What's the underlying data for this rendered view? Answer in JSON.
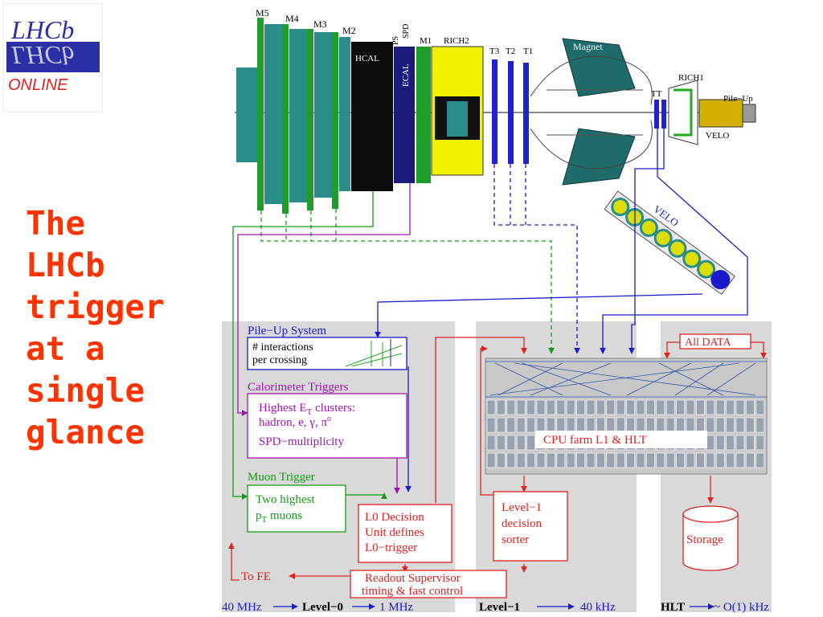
{
  "logo": {
    "top_text": "LHCb",
    "mirror_text": "LHCb",
    "subtitle": "ONLINE"
  },
  "side_title": {
    "lines": [
      "The",
      "LHCb",
      "trigger",
      "at a",
      "single",
      "glance"
    ]
  },
  "detector": {
    "muon_labels": [
      "M5",
      "M4",
      "M3",
      "M2",
      "M1"
    ],
    "hcal": "HCAL",
    "ecal": "ECAL",
    "ps": "PS",
    "spd": "SPD",
    "rich2": "RICH2",
    "rich1": "RICH1",
    "trackers": [
      "T3",
      "T2",
      "T1"
    ],
    "tt": "TT",
    "magnet": "Magnet",
    "pileup": "Pile−Up",
    "velo": "VELO",
    "velo_zoom": "VELO"
  },
  "l0": {
    "pileup_title": "Pile−Up System",
    "pileup_text": [
      "# interactions",
      "per crossing"
    ],
    "calo_title": "Calorimeter Triggers",
    "calo_line1_pre": "Highest E",
    "calo_line1_sub": "T",
    "calo_line1_post": " clusters:",
    "calo_line2": "hadron, e, γ,  π",
    "calo_line2_sup": "o",
    "calo_line3": "SPD−multiplicity",
    "muon_title": "Muon Trigger",
    "muon_line1": "Two highest",
    "muon_line2_pre": "p",
    "muon_line2_sub": "T",
    "muon_line2_post": "  muons",
    "decision": [
      "L0 Decision",
      "Unit defines",
      "L0−trigger"
    ],
    "readout": [
      "Readout Supervisor",
      "timing & fast control"
    ],
    "to_fe": "To FE"
  },
  "l1": {
    "sorter": [
      "Level−1",
      "decision",
      "sorter"
    ]
  },
  "farm": {
    "all_data": "All DATA",
    "cpu_label": "CPU farm L1  &  HLT",
    "storage": "Storage"
  },
  "bottom": {
    "rate_40mhz": "40 MHz",
    "level0": "Level−0",
    "rate_1mhz": "1 MHz",
    "level1": "Level−1",
    "rate_40khz": "40 kHz",
    "hlt": "HLT",
    "rate_hlt": "~ O(1) kHz"
  },
  "colors": {
    "title_red": "#ff3300",
    "logo_blue": "#2b2fa6",
    "panel_gray": "#d9d9d9",
    "green": "#159a15",
    "purple": "#a015b0",
    "blue": "#1a1acc",
    "red": "#dd2222"
  }
}
